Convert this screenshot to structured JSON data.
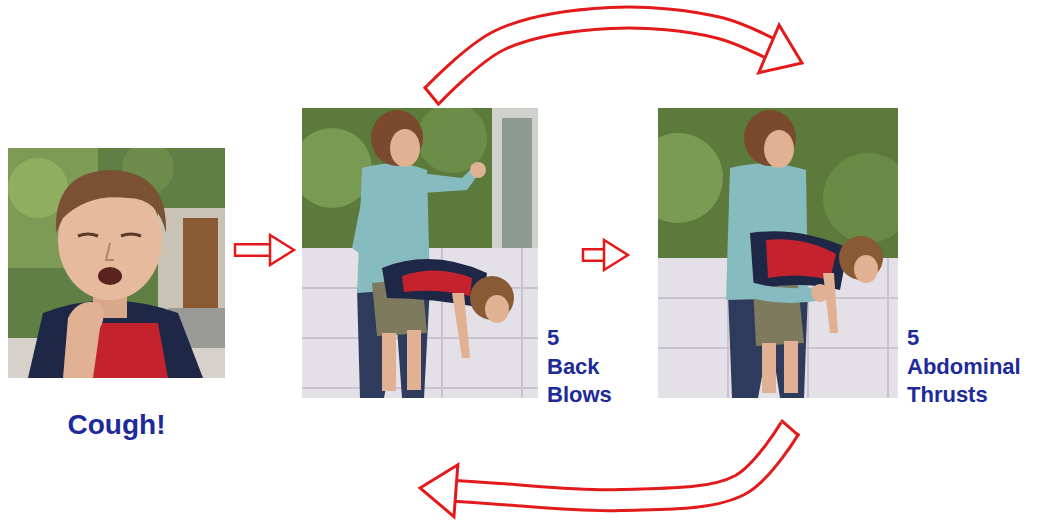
{
  "diagram": {
    "nodes": [
      {
        "text": [
          "Cough!"
        ]
      },
      {
        "text": [
          "5 Back Blows"
        ]
      },
      {
        "text": [
          "5 Abdominal Thrusts"
        ]
      }
    ],
    "edges": [
      {
        "from": 0,
        "to": 1,
        "arrow": "to"
      },
      {
        "from": 1,
        "to": 2,
        "arrow": "to"
      },
      {
        "from": 1,
        "to": 2,
        "arrow": "to"
      },
      {
        "from": 2,
        "to": 1,
        "arrow": "to"
      }
    ]
  }
}
